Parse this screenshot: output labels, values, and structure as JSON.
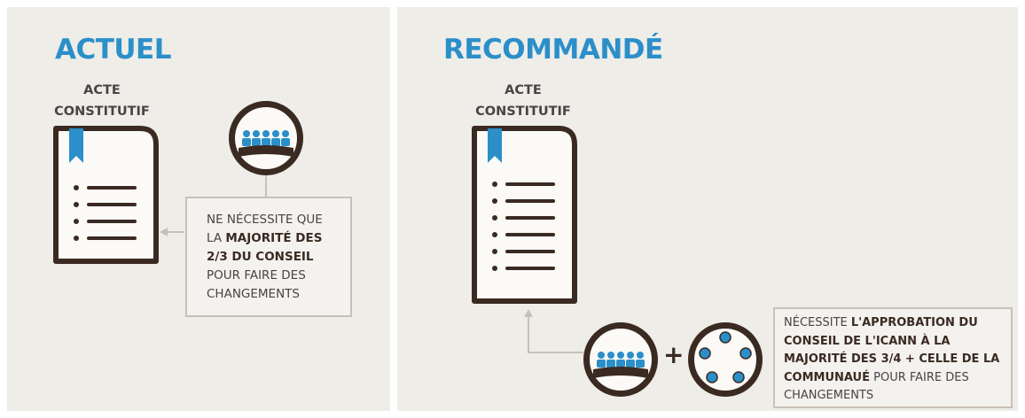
{
  "current": {
    "heading": "ACTUEL",
    "doc_label_line1": "ACTE",
    "doc_label_line2": "CONSTITUTIF",
    "callout": {
      "part1": "NE NÉCESSITE QUE LA ",
      "bold": "MAJORITÉ DES 2/3 DU CONSEIL",
      "part2": " POUR FAIRE DES CHANGEMENTS"
    }
  },
  "recommended": {
    "heading": "RECOMMANDÉ",
    "doc_label_line1": "ACTE",
    "doc_label_line2": "CONSTITUTIF",
    "plus": "+",
    "callout": {
      "part1": "NÉCESSITE ",
      "bold1": "L'APPROBATION DU CONSEIL DE L'ICANN À LA MAJORITÉ DES 3/4 + CELLE DE LA COMMUNAUÉ",
      "part2": " POUR FAIRE DES CHANGEMENTS"
    }
  },
  "colors": {
    "accent_blue": "#2b8fc9",
    "dark_brown": "#3a2a22",
    "panel_bg": "#eeede8",
    "callout_border": "#c8c0b8"
  },
  "icons": {
    "document": "document-icon",
    "board": "board-members-icon",
    "community": "community-circle-icon",
    "bookmark": "bookmark-icon"
  }
}
